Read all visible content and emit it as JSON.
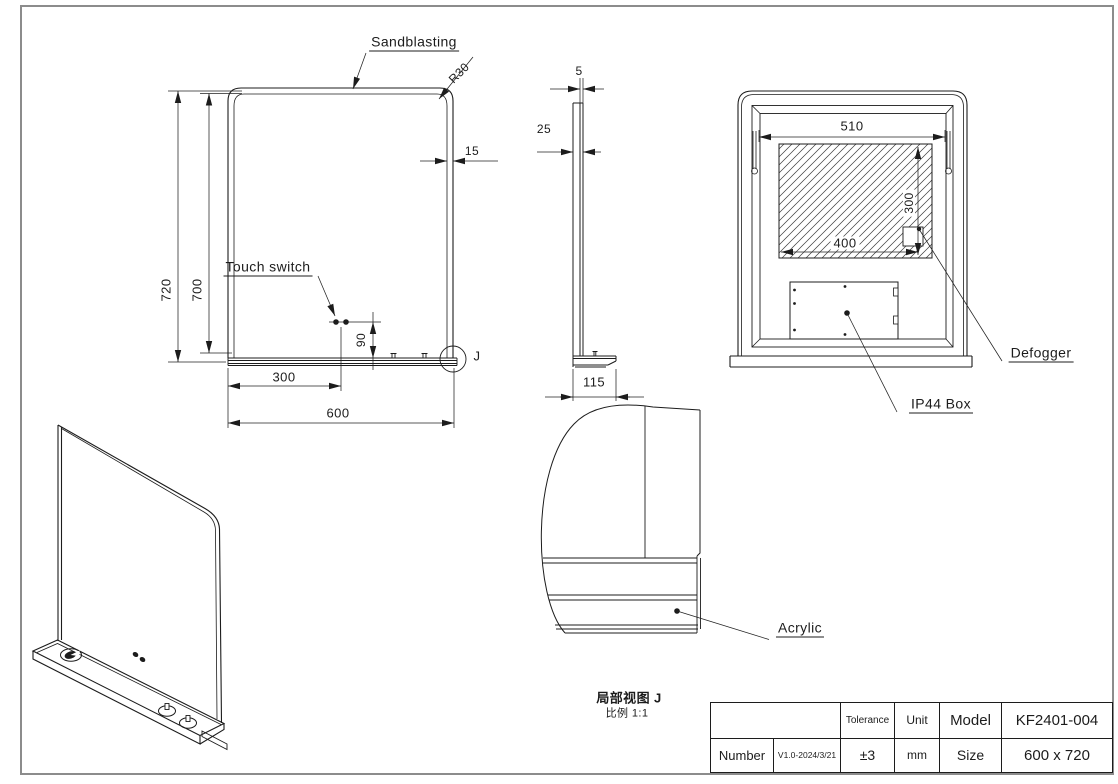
{
  "page": {
    "border_color": "#8c8c8c",
    "line_color": "#1c1c1c"
  },
  "front_view": {
    "sandblasting_label": "Sandblasting",
    "corner_radius": "R30",
    "frame_width": "15",
    "overall_height": "720",
    "glass_height": "700",
    "touch_switch_label": "Touch switch",
    "switch_height": "90",
    "switch_offset": "300",
    "overall_width": "600",
    "detail_marker": "J"
  },
  "side_view": {
    "glass_thickness": "5",
    "overall_depth": "25",
    "shelf_depth": "115"
  },
  "back_view": {
    "hanger_span": "510",
    "defogger_width": "400",
    "defogger_height": "300",
    "defogger_label": "Defogger",
    "junction_box_label": "IP44  Box"
  },
  "detail_view": {
    "acrylic_label": "Acrylic",
    "caption_title": "局部视图 J",
    "caption_scale": "比例 1:1"
  },
  "title_block": {
    "tolerance_header": "Tolerance",
    "unit_header": "Unit",
    "model_header": "Model",
    "number_header": "Number",
    "size_header": "Size",
    "tolerance_value": "±3",
    "unit_value": "mm",
    "model_value": "KF2401-004",
    "number_value": "V1.0-2024/3/21",
    "size_value": "600 x 720"
  }
}
